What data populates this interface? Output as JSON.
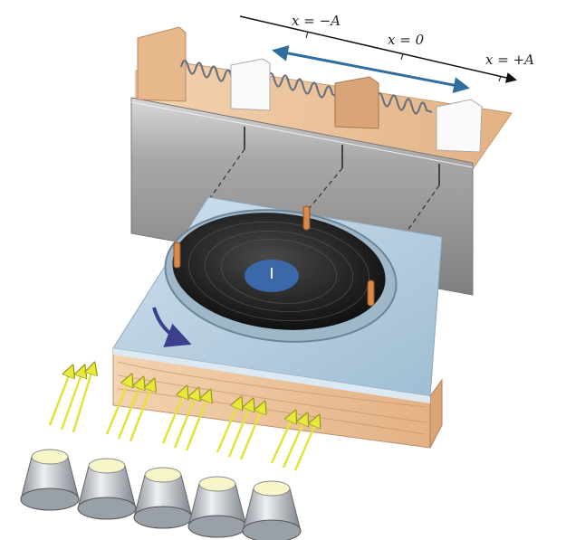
{
  "axis": {
    "labels": [
      "x = −A",
      "x = 0",
      "x = +A"
    ]
  },
  "colors": {
    "arrow_blue": "#2f6e9e",
    "wood": "#f1c9a3",
    "panel_gray": "#9a9a9a",
    "table_top": "#b8d0e2",
    "label_blue": "#3a68a8",
    "light_yellow": "#f3f06a"
  }
}
